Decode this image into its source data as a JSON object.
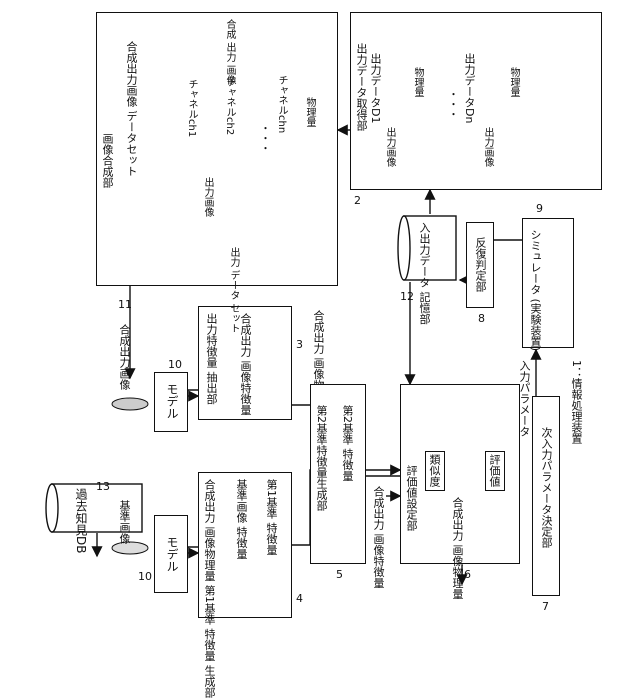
{
  "labels": {
    "db": "過去知見DB",
    "ref_image": "基準画像",
    "model_left": "モデル",
    "model_right": "モデル",
    "synth_output_image": "合成出力画像",
    "feat1_block": "合成出力 画像物理量 第1基準 特徴量 生成部",
    "ref_image_feat": "基準画像 特徴量",
    "feat1": "第1基準 特徴量",
    "out_feat_extract": "出力特徴量 抽出部",
    "synth_out_image_feat": "合成出力 画像特徴量",
    "synth_out_image_phys_top": "合成出力 画像物理量",
    "feat2_block": "第2基準特徴量生成部",
    "feat2": "第2基準 特徴量",
    "synth_out_image_feat_mid": "合成出力 画像特徴量",
    "eval_block": "評価値設定部",
    "similarity": "類似度",
    "eval_value": "評価値",
    "synth_out_image_phys_mid": "合成出力 画像物理量",
    "next_param": "次入力パラメータ決定部",
    "io_store": "入出力データ 記憶部",
    "loop_judge": "反復判定部",
    "simulator": "シミュレータ (実験装置)",
    "input_params": "入力パラメータ",
    "device": "1：情報処理装置",
    "image_synth": "画像合成部",
    "synth_dataset": "合成出力画像 データセット",
    "synth_out_image_top": "合成 出力 画像",
    "ch1": "チャネルch1",
    "ch2": "チャネルch2",
    "chn": "チャネルchn",
    "phys_top": "物理量",
    "out_image": "出力画像",
    "out_dataset": "出力 データ セット",
    "out_acq": "出力データ取得部",
    "data_d1": "出力データD1",
    "data_dn": "出力データDn",
    "out_image_d1": "出力画像",
    "out_image_dn": "出力画像",
    "phys_d1": "物理量",
    "phys_dn": "物理量",
    "dots_d": "・・・",
    "dots_ch": "・・・"
  },
  "refs": {
    "r13": "13",
    "r10a": "10",
    "r10b": "10",
    "r11": "11",
    "r4": "4",
    "r3": "3",
    "r5": "5",
    "r6": "6",
    "r7": "7",
    "r12": "12",
    "r8": "8",
    "r9": "9",
    "r2": "2"
  }
}
